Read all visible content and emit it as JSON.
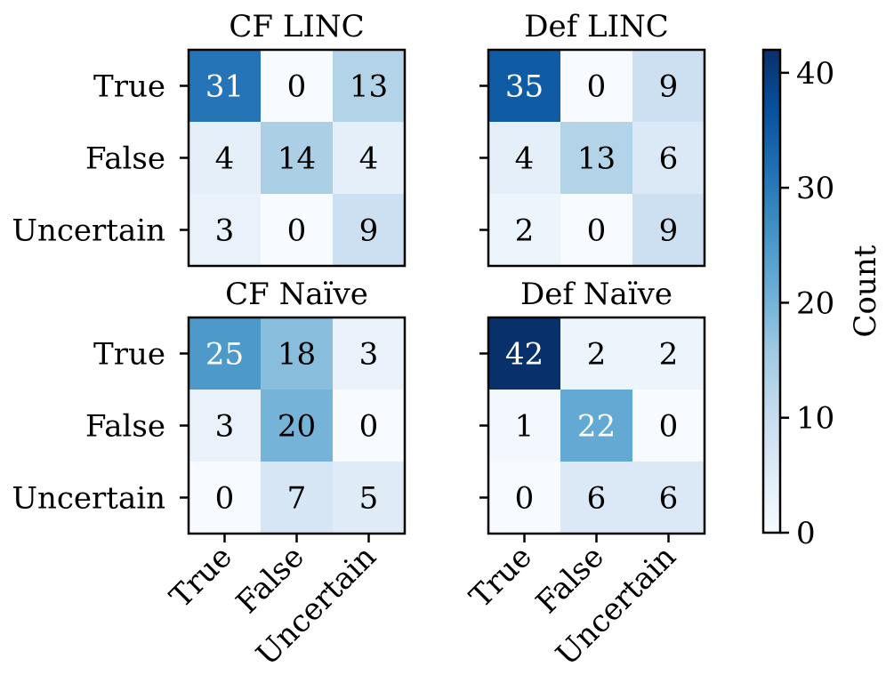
{
  "chart_data": {
    "type": "heatmap",
    "colormap": "Blues",
    "vmin": 0,
    "vmax": 42,
    "row_labels": [
      "True",
      "False",
      "Uncertain"
    ],
    "col_labels": [
      "True",
      "False",
      "Uncertain"
    ],
    "panels": [
      {
        "title": "CF LINC",
        "matrix": [
          [
            31,
            0,
            13
          ],
          [
            4,
            14,
            4
          ],
          [
            3,
            0,
            9
          ]
        ]
      },
      {
        "title": "Def LINC",
        "matrix": [
          [
            35,
            0,
            9
          ],
          [
            4,
            13,
            6
          ],
          [
            2,
            0,
            9
          ]
        ]
      },
      {
        "title": "CF Naïve",
        "matrix": [
          [
            25,
            18,
            3
          ],
          [
            3,
            20,
            0
          ],
          [
            0,
            7,
            5
          ]
        ]
      },
      {
        "title": "Def Naïve",
        "matrix": [
          [
            42,
            2,
            2
          ],
          [
            1,
            22,
            0
          ],
          [
            0,
            6,
            6
          ]
        ]
      }
    ],
    "colorbar": {
      "label": "Count",
      "ticks": [
        0,
        10,
        20,
        30,
        40
      ]
    }
  }
}
